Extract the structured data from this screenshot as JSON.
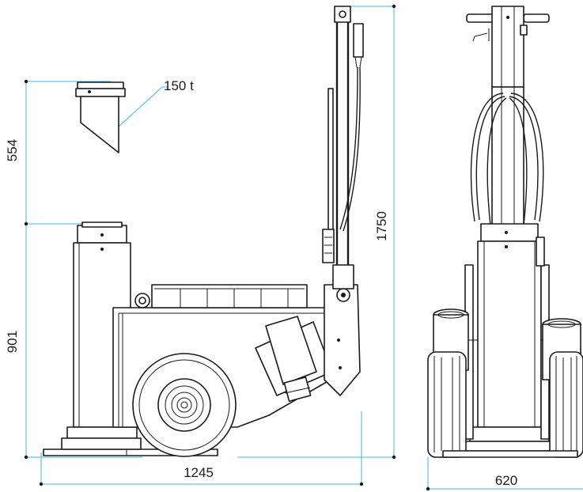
{
  "dimensions": {
    "ram_extension": "554",
    "base_height": "901",
    "overall_height": "1750",
    "overall_length": "1245",
    "overall_width": "620"
  },
  "capacity_label": "150 t",
  "colors": {
    "dimension_line": "#3fb8e8",
    "drawing_line": "#1a1a1a",
    "background": "#ffffff"
  }
}
